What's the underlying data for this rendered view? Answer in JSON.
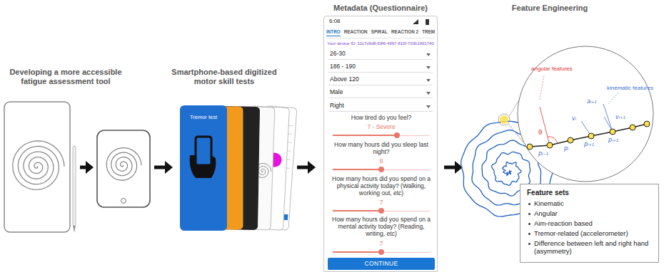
{
  "diagram": {
    "nodes": [
      {
        "text": [
          "6:08",
          "INTRO",
          "REACTION",
          "SPIRAL",
          "REACTION 2",
          "TREM",
          "Your device ID: 32c7c8d8-59f6-4967-815f-703b1f6f1740",
          "26-30",
          "186 - 190",
          "Above 120",
          "Male",
          "Right",
          "How tired do you feel?",
          "7 - Severe",
          "How many hours did you sleep last night?",
          "6",
          "How many hours did you spend on a physical activity today? (Walking, working out, etc)",
          "7",
          "How many hours did you spend on a mental activity today? (Reading, writing, etc)",
          "7"
        ]
      },
      {
        "text": [
          "CONTINUE"
        ],
        "in": 0
      },
      {
        "text": [
          "Feature sets",
          "Kinematic",
          "Angular",
          "Aim-reaction based",
          "Tremor-related (accelerometer)",
          "Difference between left and right hand (asymmetry)"
        ]
      },
      {
        "text": [
          "Tremor test"
        ]
      }
    ],
    "labels": [
      "Developing a more accessible fatigue assessment tool",
      "Smartphone-based digitized motor skill tests",
      "Metadata (Questionnaire)",
      "Feature Engineering",
      "angular features",
      "kinematic features",
      "θ",
      "pᵢ₋₁",
      "pᵢ",
      "pᵢ₊₁",
      "pᵢ₊₂",
      "vᵢ",
      "vᵢ₊₁",
      "aᵢ₊₁"
    ]
  }
}
